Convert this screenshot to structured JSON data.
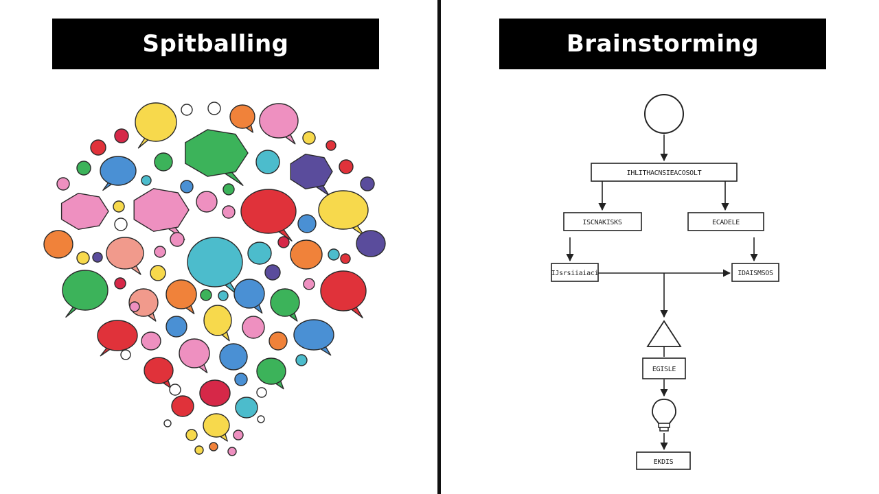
{
  "left": {
    "title": "Spitballing"
  },
  "right": {
    "title": "Brainstorming",
    "nodes": {
      "top_box": "IHLITHACNSIEACOSOLT",
      "mid_left": "ISCNAKISKS",
      "mid_right": "ECADELE",
      "low_left": "IJsrsiiaiaci",
      "low_right": "IDAISMSOS",
      "step_box": "EGISLE",
      "end_box": "EKDIS"
    }
  },
  "colors": {
    "yellow": "#f7d94c",
    "green": "#3cb35a",
    "blue": "#4a90d4",
    "pink": "#ee90c0",
    "red": "#e0323a",
    "orange": "#f0823a",
    "teal": "#4cbccc",
    "purple": "#5a4c9c",
    "salmon": "#f19a8c",
    "crimson": "#d62848"
  }
}
